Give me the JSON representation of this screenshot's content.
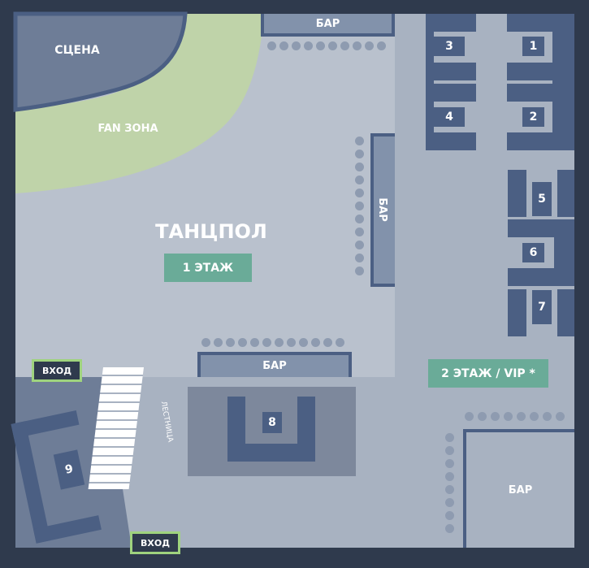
{
  "map": {
    "stage": "СЦЕНА",
    "fan_zone": "FAN ЗОНА",
    "dance_floor": "ТАНЦПОЛ",
    "floor1": "1 ЭТАЖ",
    "floor2": "2 ЭТАЖ / VIP *",
    "stairs": "ЛЕСТНИЦА",
    "bar_top": "БАР",
    "bar_side": "БАР",
    "bar_mid": "БАР",
    "bar_bottom_right": "БАР",
    "entry_top": "ВХОД",
    "entry_bottom": "ВХОД",
    "tables": [
      "1",
      "2",
      "3",
      "4",
      "5",
      "6",
      "7",
      "8",
      "9"
    ]
  },
  "colors": {
    "frame": "#2f3a4d",
    "floor": "#b9c1cd",
    "vip_floor": "#a8b2c1",
    "lower_area": "#7d889c",
    "stage": "#6e7d97",
    "fan_zone": "#bfd3a9",
    "bar": "#8292ab",
    "table": "#4b5f83",
    "badge": "#6aab98",
    "entry_border": "#9fd37e",
    "dot": "#8e9bb0"
  }
}
